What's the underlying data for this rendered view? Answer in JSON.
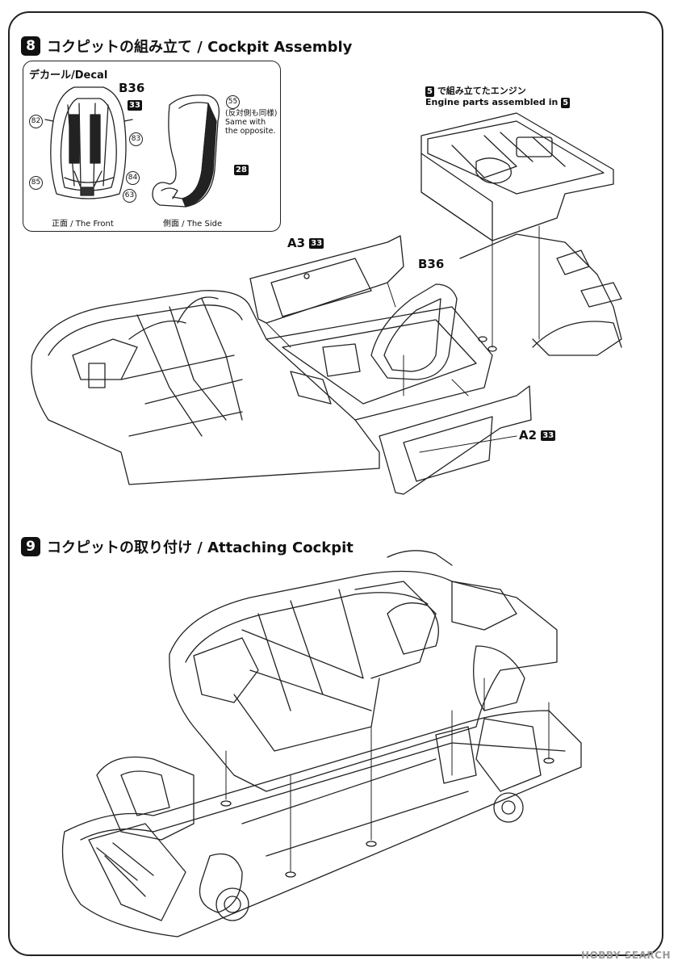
{
  "step8": {
    "number": "8",
    "title": "コクピットの組み立て / Cockpit Assembly",
    "decal": {
      "heading": "デカール/Decal",
      "part": "B36",
      "part_badge": "33",
      "front_label": "正面 / The Front",
      "side_label": "側面 / The Side",
      "callouts_front": [
        "82",
        "83",
        "85",
        "84",
        "63"
      ],
      "callout_side": "55",
      "side_note": [
        "(反対側も同様)",
        "Same with",
        "the opposite."
      ],
      "side_badge": "28"
    },
    "engine_note": {
      "badge": "5",
      "line1_jp": "で組み立てたエンジン",
      "line2_en": "Engine parts assembled in",
      "line2_badge": "5"
    },
    "parts": {
      "a3": "A3",
      "a3_badge": "33",
      "b36": "B36",
      "a2": "A2",
      "a2_badge": "33"
    }
  },
  "step9": {
    "number": "9",
    "title": "コクピットの取り付け / Attaching Cockpit"
  },
  "watermark": "HOBBY SEARCH"
}
